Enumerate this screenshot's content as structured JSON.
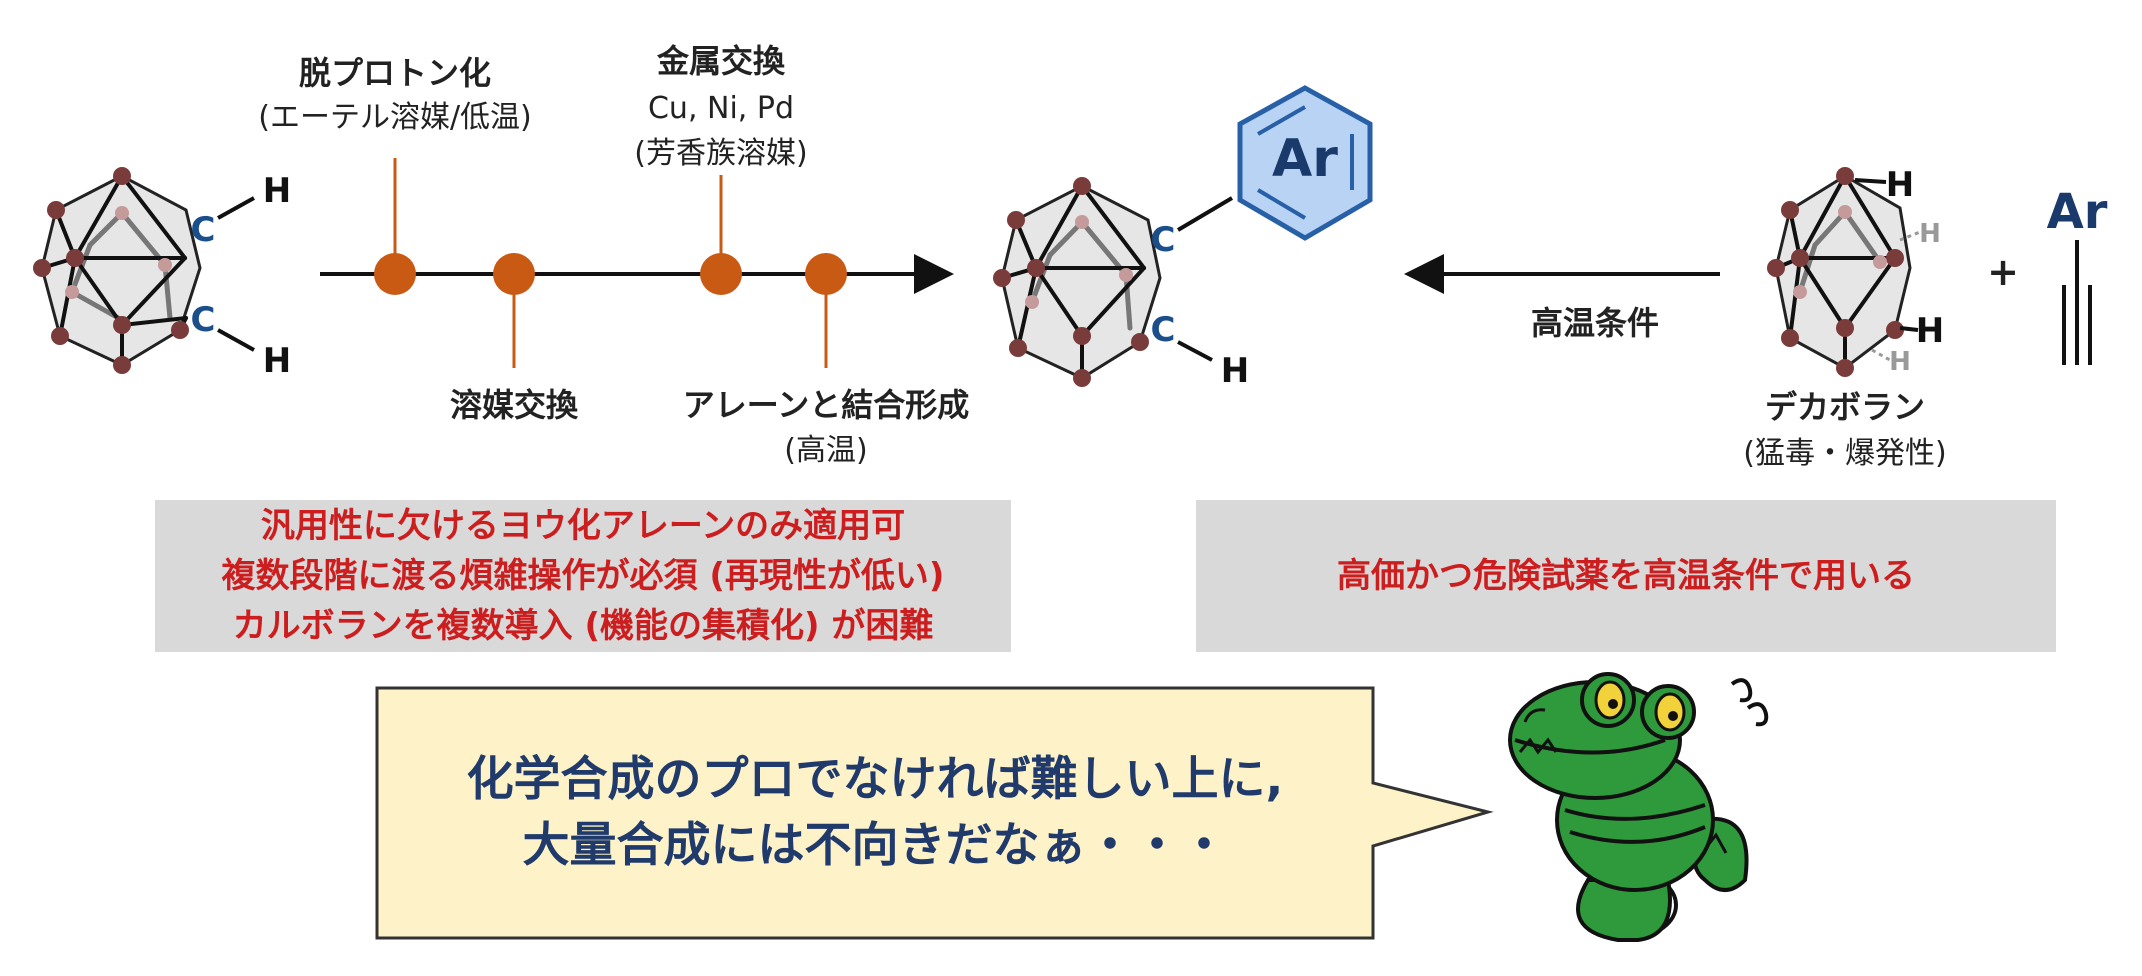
{
  "atoms": {
    "h": "H",
    "c": "C",
    "ar": "Ar"
  },
  "plus": "+",
  "steps": [
    {
      "title": "脱プロトン化",
      "detail": "(エーテル溶媒/低温)"
    },
    {
      "title": "溶媒交換"
    },
    {
      "title": "金属交換",
      "detail_line1": "Cu, Ni, Pd",
      "detail_line2": "(芳香族溶媒)"
    },
    {
      "title": "アレーンと結合形成",
      "detail": "(高温)"
    }
  ],
  "right_route": {
    "arrow_label": "高温条件",
    "reagent_name": "デカボラン",
    "reagent_note": "(猛毒・爆発性)"
  },
  "problems_left": [
    "汎用性に欠けるヨウ化アレーンのみ適用可",
    "複数段階に渡る煩雑操作が必須 (再現性が低い)",
    "カルボランを複数導入 (機能の集積化) が困難"
  ],
  "problems_right": [
    "高価かつ危険試薬を高温条件で用いる"
  ],
  "speech": [
    "化学合成のプロでなければ難しい上に,",
    "大量合成には不向きだなぁ・・・"
  ],
  "colors": {
    "step_marker": "#c85a14",
    "carbon_label": "#1a4f8c",
    "boron_vertex": "#7a3b3b",
    "cage_fill": "#e6e6e6",
    "aryl_fill": "#b9d3f5",
    "aryl_stroke": "#2860a8",
    "problem_text": "#cc1e1e",
    "problem_box": "#d9d9d9",
    "speech_fill": "#fdf2c8",
    "speech_text": "#1f3a6b",
    "croc_green": "#2f9a3c",
    "croc_eye": "#f2d23a"
  },
  "icons": [
    "carborane-icon",
    "decaborane-icon",
    "alkyne-icon",
    "crocodile-mascot-icon"
  ]
}
